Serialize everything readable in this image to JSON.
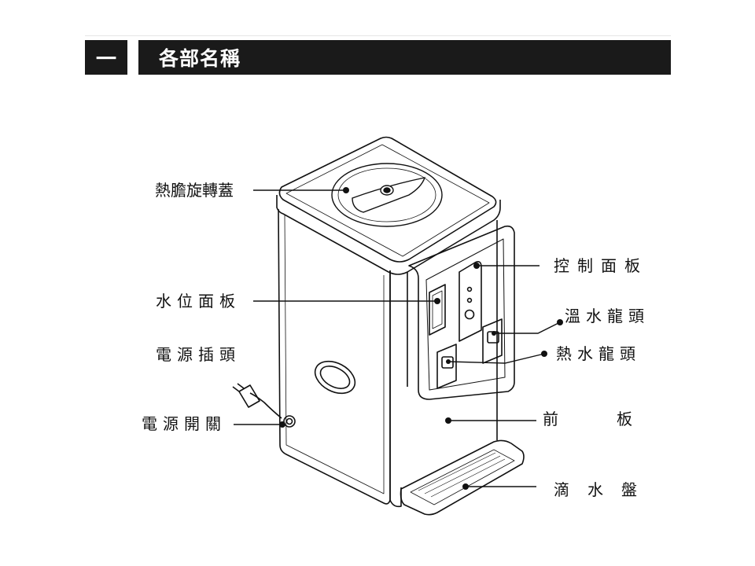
{
  "header": {
    "section_number": "一",
    "section_title": "各部名稱"
  },
  "labels": {
    "hot_tank_cap": "熱膽旋轉蓋",
    "water_level_panel": "水位面板",
    "power_plug": "電源插頭",
    "power_switch": "電源開關",
    "control_panel": "控制面板",
    "warm_water_faucet": "溫水龍頭",
    "hot_water_faucet": "熱水龍頭",
    "front_panel_left": "前",
    "front_panel_right": "板",
    "drip_tray": "滴水盤"
  },
  "colors": {
    "header_bg": "#1a1a1a",
    "header_text": "#ffffff",
    "line": "#111111"
  }
}
